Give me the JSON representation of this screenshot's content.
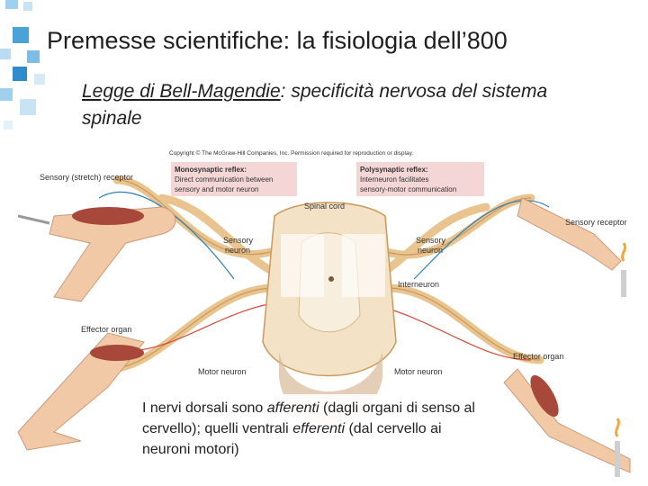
{
  "slide": {
    "title": "Premesse scientifiche: la fisiologia dell’800",
    "subtitle_law": "Legge di Bell-Magendie",
    "subtitle_rest": ": specificità nervosa del sistema spinale",
    "caption_p1": "I nervi dorsali sono ",
    "caption_em1": "afferenti",
    "caption_p2": " (dagli organi di senso al cervello); quelli ventrali ",
    "caption_em2": "efferenti",
    "caption_p3": " (dal cervello ai neuroni motori)"
  },
  "figure": {
    "copyright": "Copyright © The McGraw-Hill Companies, Inc. Permission required for reproduction or display.",
    "mono_title": "Monosynaptic reflex:",
    "mono_desc1": "Direct communication between",
    "mono_desc2": "sensory and motor neuron",
    "poly_title": "Polysynaptic reflex:",
    "poly_desc1": "Interneuron facilitates",
    "poly_desc2": "sensory-motor communication",
    "spinal_cord": "Spinal cord",
    "sensory_stretch_receptor": "Sensory (stretch) receptor",
    "sensory_neuron": "Sensory",
    "sensory_neuron_2": "neuron",
    "interneuron": "Interneuron",
    "effector_organ": "Effector organ",
    "motor_neuron": "Motor neuron",
    "sensory_receptor": "Sensory receptor"
  },
  "colors": {
    "title": "#1f1f1f",
    "label_box": "#f4d6d6",
    "nerve": "#e9c48f",
    "nerve_dark": "#c99a5c",
    "skin": "#f2c9a6",
    "muscle": "#a8483a",
    "deco_blue": "#4aa3d8"
  }
}
